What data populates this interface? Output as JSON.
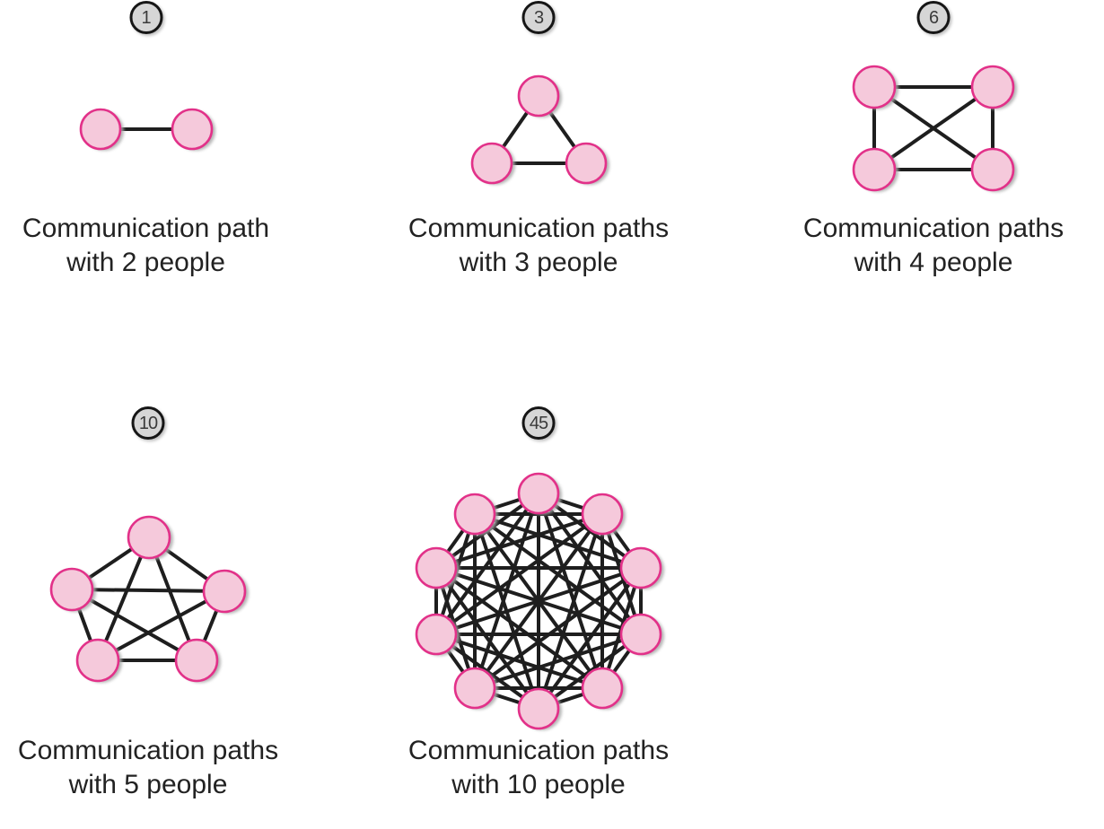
{
  "figure": {
    "colors": {
      "node_fill": "#F5C9DB",
      "node_stroke": "#E23189",
      "edge": "#1E1E1E",
      "node_shadow": "#A9A9A9",
      "badge_fill": "#D6D6D6",
      "badge_border": "#161616",
      "badge_text": "#3A3A3A",
      "caption_text": "#222222",
      "background": "#FFFFFF"
    }
  },
  "diagrams": [
    {
      "id": "2-people",
      "badge": "1",
      "people": 2,
      "paths": 1,
      "caption_line1": "Communication path",
      "caption_line2": "with 2 people",
      "graph": {
        "complete": true,
        "node_radius": 22,
        "shadow_offset": [
          4,
          2
        ],
        "nodes": [
          [
            -51,
            0
          ],
          [
            51,
            0
          ]
        ]
      }
    },
    {
      "id": "3-people",
      "badge": "3",
      "people": 3,
      "paths": 3,
      "caption_line1": "Communication paths",
      "caption_line2": "with 3 people",
      "graph": {
        "complete": true,
        "node_radius": 22,
        "shadow_offset": [
          4,
          2
        ],
        "nodes": [
          [
            0,
            -50
          ],
          [
            -52,
            25
          ],
          [
            53,
            25
          ]
        ]
      }
    },
    {
      "id": "4-people",
      "badge": "6",
      "people": 4,
      "paths": 6,
      "caption_line1": "Communication paths",
      "caption_line2": "with 4 people",
      "graph": {
        "complete": true,
        "node_radius": 23,
        "shadow_offset": [
          4,
          2
        ],
        "nodes": [
          [
            -66,
            -46
          ],
          [
            66,
            -46
          ],
          [
            -66,
            46
          ],
          [
            66,
            46
          ]
        ]
      }
    },
    {
      "id": "5-people",
      "badge": "10",
      "people": 5,
      "paths": 10,
      "caption_line1": "Communication paths",
      "caption_line2": "with 5 people",
      "graph": {
        "complete": true,
        "node_radius": 23,
        "shadow_offset": [
          4,
          2
        ],
        "nodes": [
          [
            1,
            -66
          ],
          [
            -85,
            -8
          ],
          [
            85,
            -6
          ],
          [
            -56,
            71
          ],
          [
            54,
            71
          ]
        ]
      }
    },
    {
      "id": "10-people",
      "badge": "45",
      "people": 10,
      "paths": 45,
      "caption_line1": "Communication paths",
      "caption_line2": "with 10 people",
      "graph": {
        "complete": true,
        "node_radius": 22,
        "shadow_offset": [
          4,
          2
        ],
        "nodes": [
          [
            0,
            -120
          ],
          [
            71,
            -97
          ],
          [
            114,
            -37
          ],
          [
            114,
            37
          ],
          [
            71,
            97
          ],
          [
            0,
            120
          ],
          [
            -71,
            97
          ],
          [
            -114,
            37
          ],
          [
            -114,
            -37
          ],
          [
            -71,
            -97
          ]
        ]
      }
    }
  ]
}
